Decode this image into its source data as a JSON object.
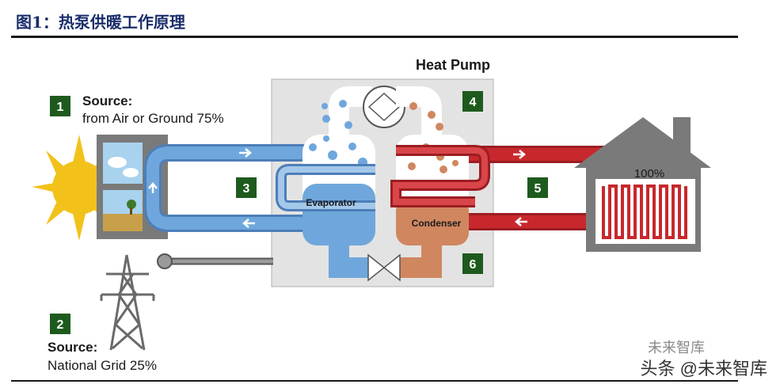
{
  "figure": {
    "title": "图1：热泵供暖工作原理"
  },
  "diagram": {
    "heat_pump_label": "Heat Pump",
    "source1": {
      "number": "1",
      "title": "Source:",
      "subtitle": "from Air or Ground 75%"
    },
    "source2": {
      "number": "2",
      "title": "Source:",
      "subtitle": "National Grid 25%"
    },
    "loop_numbers": {
      "n3": "3",
      "n4": "4",
      "n5": "5",
      "n6": "6"
    },
    "evaporator_label": "Evaporator",
    "condenser_label": "Condenser",
    "house_output": "100%",
    "colors": {
      "cold": "#6fa7dc",
      "hot": "#c8282d",
      "badge": "#1e5a1e",
      "box": "#e3e3e3",
      "house": "#7a7a7a",
      "sun": "#f2c21b"
    }
  },
  "watermark": {
    "faint": "未来智库",
    "main": "头条 @未来智库"
  }
}
